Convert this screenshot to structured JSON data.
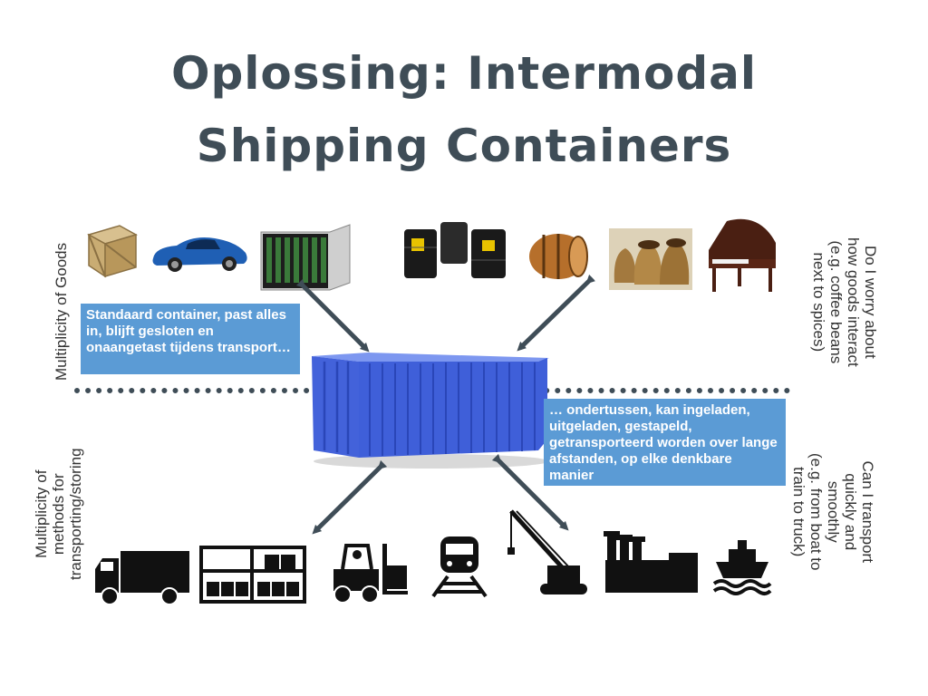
{
  "title": {
    "line1": "Oplossing: Intermodal",
    "line2": "Shipping Containers"
  },
  "side_labels": {
    "left_top": "Multiplicity of Goods",
    "left_bottom": [
      "Multiplicity of",
      "methods for",
      "transporting/storing"
    ],
    "right_top": [
      "Do I worry about",
      "how goods interact",
      "(e.g. coffee beans",
      "next to spices)"
    ],
    "right_bottom": [
      "Can I transport",
      "quickly and",
      "smoothly",
      "(e.g. from boat to",
      "train to truck)"
    ]
  },
  "callouts": {
    "standard": "Standaard container, past alles in, blijft gesloten en onaangetast tijdens transport…",
    "meanwhile": "… ondertussen, kan ingeladen, uitgeladen, gestapeld, getransporteerd worden over lange afstanden, op elke denkbare manier"
  },
  "goods_icons": [
    "wooden-crate-icon",
    "sports-car-icon",
    "server-rack-icon",
    "oil-barrels-icon",
    "wooden-barrel-icon",
    "coffee-sacks-icon",
    "grand-piano-icon"
  ],
  "transport_icons": [
    "truck-icon",
    "warehouse-racks-icon",
    "forklift-icon",
    "train-icon",
    "crane-icon",
    "factory-icon",
    "ship-icon"
  ],
  "colors": {
    "title": "#3f4d57",
    "callout": "#5b9bd5",
    "container": "#3f5fd9",
    "arrow": "#3f4d57"
  }
}
